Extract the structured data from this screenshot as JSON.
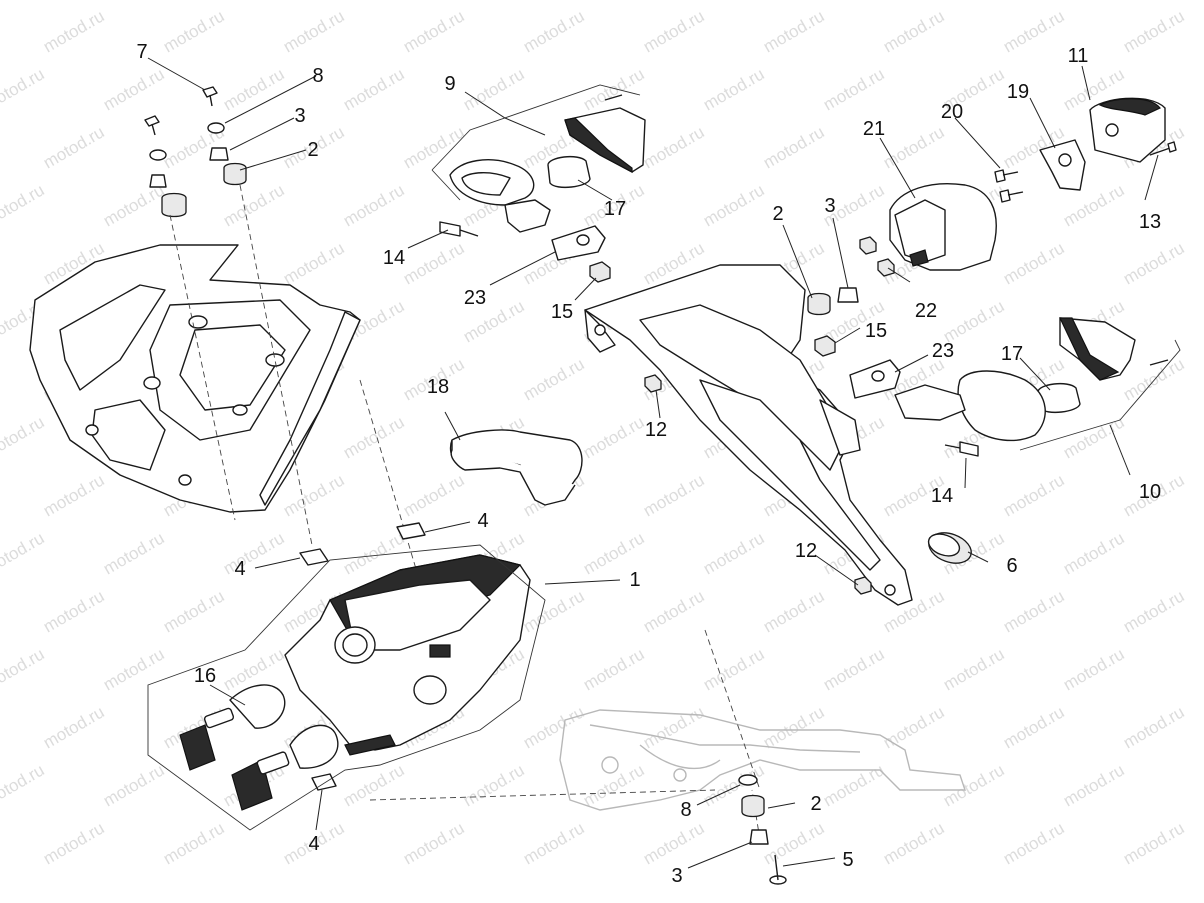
{
  "watermark": {
    "text": "motod.ru"
  },
  "callouts": {
    "c1": "1",
    "c2a": "2",
    "c2b": "2",
    "c2c": "2",
    "c3a": "3",
    "c3b": "3",
    "c3c": "3",
    "c4a": "4",
    "c4b": "4",
    "c4c": "4",
    "c5": "5",
    "c6": "6",
    "c7": "7",
    "c8a": "8",
    "c8b": "8",
    "c9": "9",
    "c10": "10",
    "c11": "11",
    "c12a": "12",
    "c12b": "12",
    "c13": "13",
    "c14a": "14",
    "c14b": "14",
    "c15a": "15",
    "c15b": "15",
    "c16": "16",
    "c17a": "17",
    "c17b": "17",
    "c18": "18",
    "c19": "19",
    "c20": "20",
    "c21": "21",
    "c22": "22",
    "c23a": "23",
    "c23b": "23"
  }
}
